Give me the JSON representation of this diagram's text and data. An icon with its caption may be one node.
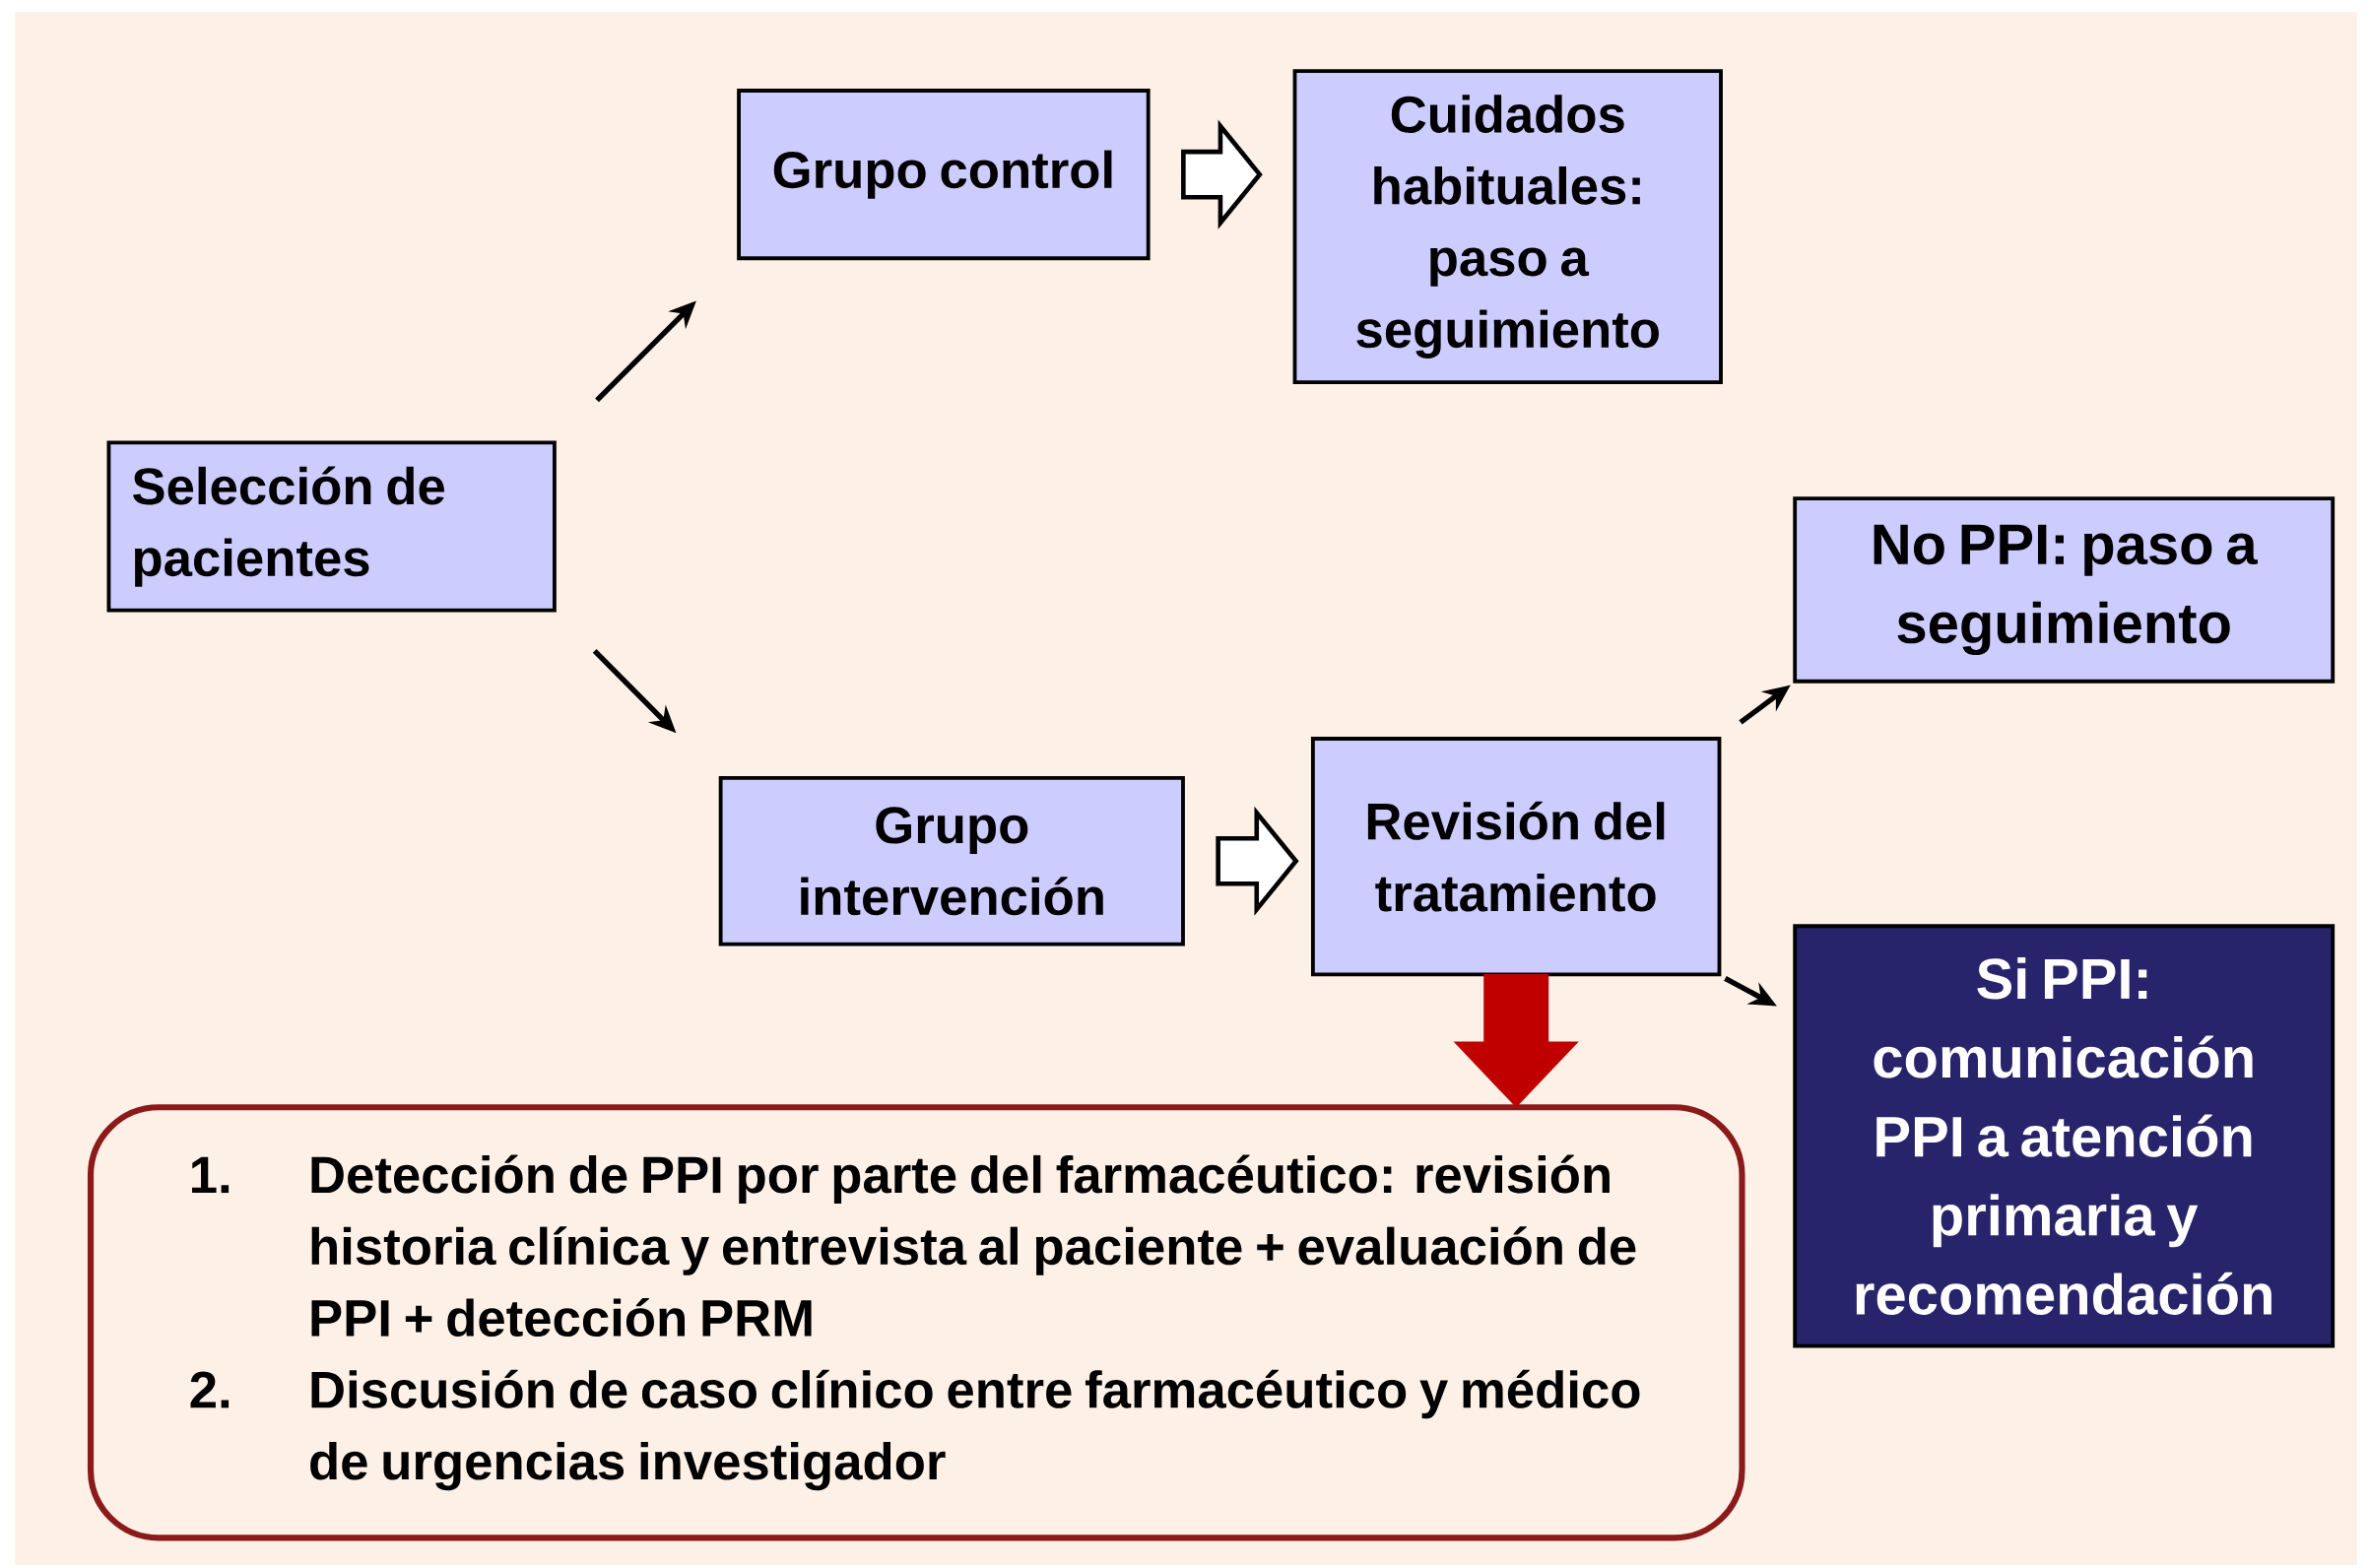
{
  "diagram": {
    "nodes": [
      {
        "text": [
          "Selección de pacientes"
        ]
      },
      {
        "text": [
          "Grupo control"
        ]
      },
      {
        "text": [
          "Cuidados habituales: paso a seguimiento"
        ]
      },
      {
        "text": [
          "Grupo intervención"
        ]
      },
      {
        "text": [
          "Revisión del tratamiento"
        ]
      },
      {
        "text": [
          "No PPI: paso a seguimiento"
        ]
      },
      {
        "text": [
          "Si PPI: comunicación PPI a atención primaria y recomendación"
        ]
      },
      {
        "text": [
          "1.",
          "Detección de PPI por parte del farmacéutico: revisión historia clínica y entrevista al paciente + evaluación de PPI + detección PRM",
          "2.",
          "Discusión de caso clínico entre farmacéutico y médico de urgencias investigador"
        ]
      }
    ],
    "edges": [
      {
        "from": 0,
        "to": 1,
        "arrow": "to"
      },
      {
        "from": 0,
        "to": 3,
        "arrow": "to"
      },
      {
        "from": 1,
        "to": 2,
        "arrow": "to",
        "style": "thick"
      },
      {
        "from": 3,
        "to": 4,
        "arrow": "to",
        "style": "thick"
      },
      {
        "from": 4,
        "to": 5,
        "arrow": "to"
      },
      {
        "from": 4,
        "to": 6,
        "arrow": "to"
      },
      {
        "from": 4,
        "to": 7,
        "arrow": "to",
        "style": "thick",
        "color": "#c00000"
      }
    ]
  }
}
